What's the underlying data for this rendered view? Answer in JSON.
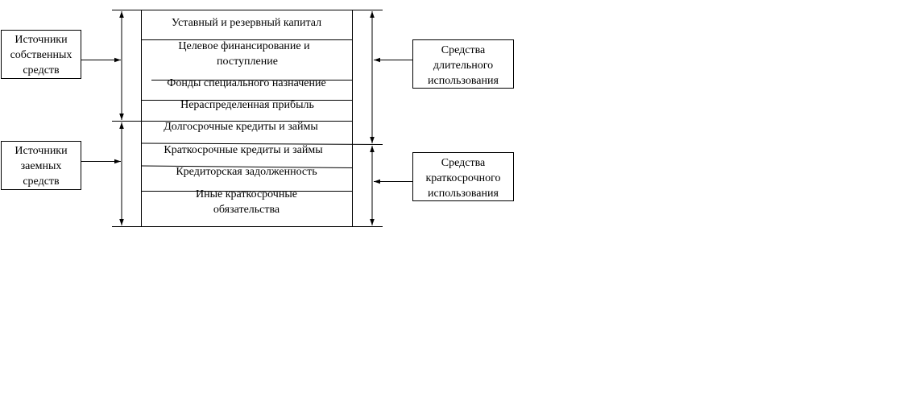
{
  "left_boxes": {
    "own": [
      "Источники",
      "собственных",
      "средств"
    ],
    "borrowed": [
      "Источники",
      "заемных",
      "средств"
    ]
  },
  "right_boxes": {
    "long_term": [
      "Средства",
      "длительного",
      "использования"
    ],
    "short_term": [
      "Средства",
      "краткосрочного",
      "использования"
    ]
  },
  "table_rows": {
    "r1": [
      "Уставный и резервный капитал"
    ],
    "r2": [
      "Целевое финансирование и",
      "поступление"
    ],
    "r3": [
      "Фонды специального назначение"
    ],
    "r4": [
      "Нераспределенная прибыль"
    ],
    "r5": [
      "Долгосрочные кредиты и займы"
    ],
    "r6": [
      "Краткосрочные кредиты и займы"
    ],
    "r7": [
      "Кредиторская задолженность"
    ],
    "r8": [
      "Иные краткосрочные",
      "обязательства"
    ]
  }
}
